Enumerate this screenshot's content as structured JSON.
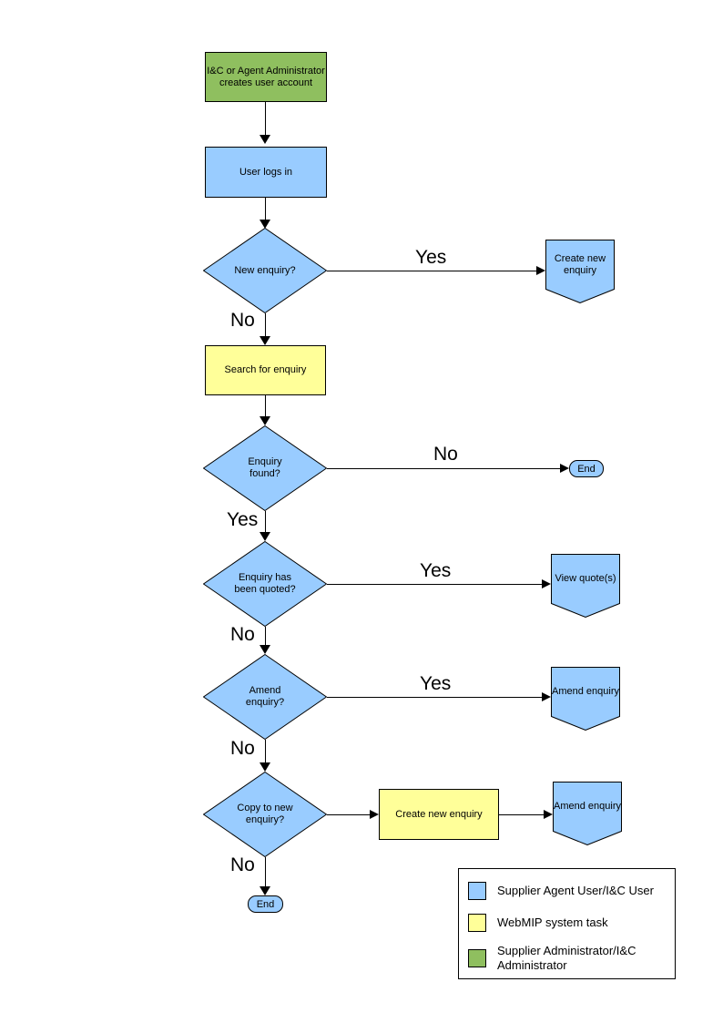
{
  "colors": {
    "user_shape_blue": "#99CCFF",
    "system_task_yellow": "#FFFF99",
    "admin_green": "#8FBF5F",
    "outline": "#000000"
  },
  "nodes": {
    "admin_creates": {
      "label": "I&C or Agent Administrator\ncreates user account"
    },
    "user_logs_in": {
      "label": "User logs in"
    },
    "new_enquiry": {
      "label": "New enquiry?"
    },
    "create_new_enquiry_connector": {
      "label": "Create new\nenquiry"
    },
    "search_for_enquiry": {
      "label": "Search for enquiry"
    },
    "enquiry_found": {
      "label": "Enquiry\nfound?"
    },
    "end_1": {
      "label": "End"
    },
    "enquiry_quoted": {
      "label": "Enquiry has\nbeen quoted?"
    },
    "view_quotes": {
      "label": "View quote(s)"
    },
    "amend_enquiry_decision": {
      "label": "Amend\nenquiry?"
    },
    "amend_enquiry_connector_1": {
      "label": "Amend enquiry"
    },
    "copy_to_new_enquiry": {
      "label": "Copy to new\nenquiry?"
    },
    "create_new_enquiry_task": {
      "label": "Create new enquiry"
    },
    "amend_enquiry_connector_2": {
      "label": "Amend enquiry"
    },
    "end_2": {
      "label": "End"
    }
  },
  "edge_labels": {
    "yes_new_enquiry": "Yes",
    "no_new_enquiry": "No",
    "no_enquiry_found": "No",
    "yes_enquiry_found": "Yes",
    "yes_quoted": "Yes",
    "no_quoted": "No",
    "yes_amend": "Yes",
    "no_amend": "No",
    "no_copy": "No"
  },
  "legend": {
    "items": [
      {
        "label": "Supplier Agent User/I&C User",
        "color": "#99CCFF"
      },
      {
        "label": "WebMIP system task",
        "color": "#FFFF99"
      },
      {
        "label": "Supplier Administrator/I&C Administrator",
        "color": "#8FBF5F"
      }
    ]
  }
}
